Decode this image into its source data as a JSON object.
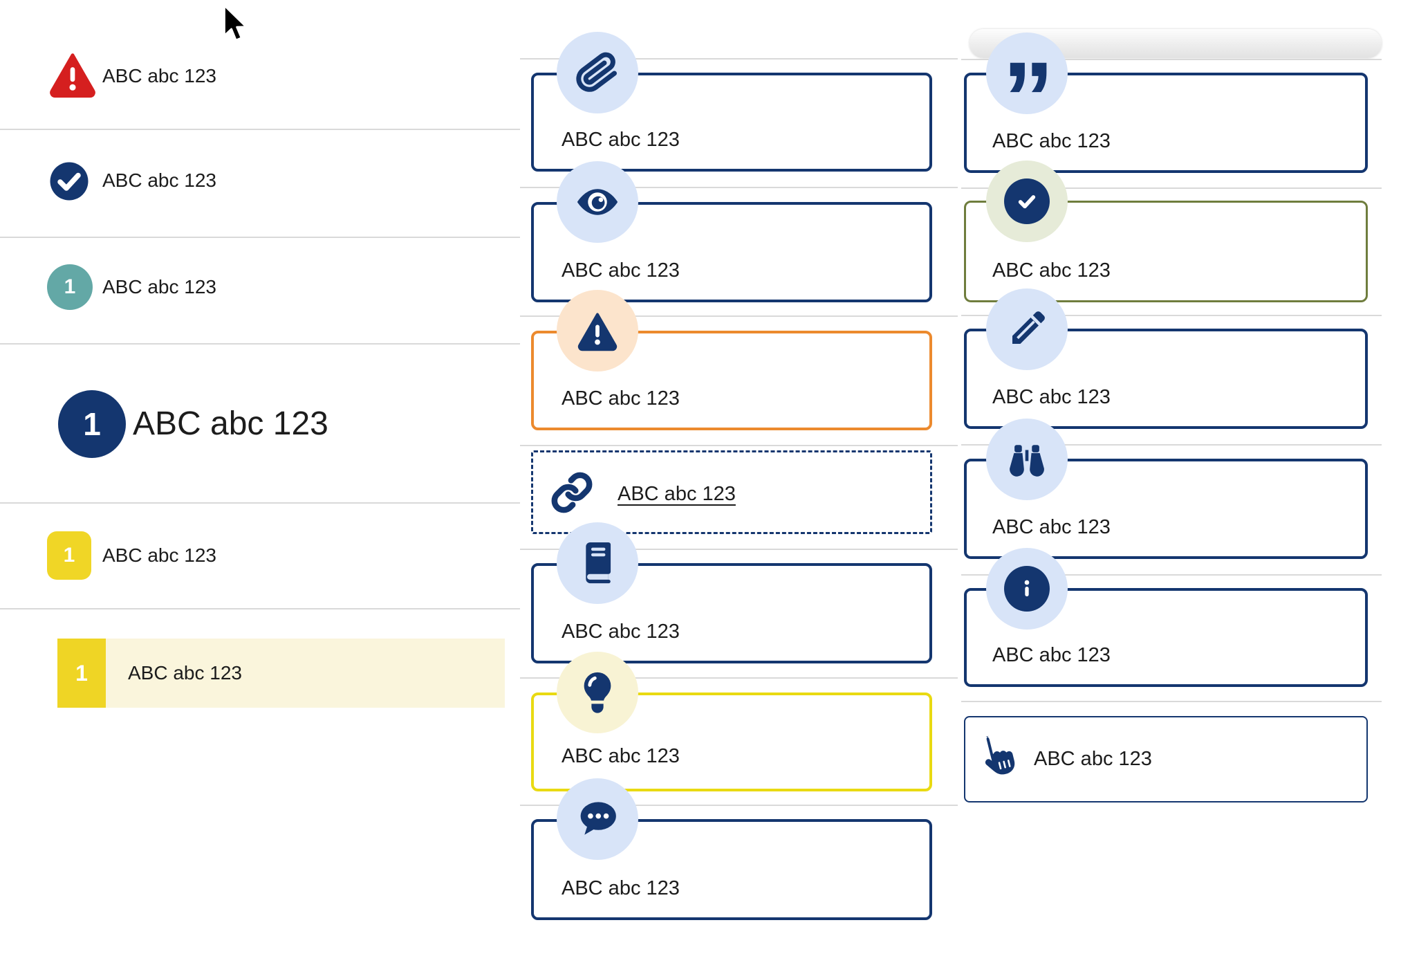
{
  "shared_label": "ABC abc 123",
  "colors": {
    "navy": "#14366F",
    "orange": "#EC8A2E",
    "yellow": "#E9DA12",
    "olive_green": "#6F7D3D",
    "red": "#D51F1F",
    "teal": "#63A8A6",
    "gold": "#F0D626",
    "highlight_row_bg": "#FAF5DC",
    "badge_blue_bg": "#D8E4F8",
    "badge_peach_bg": "#FCE4CC",
    "badge_pale_yellow_bg": "#F8F3D4",
    "badge_pale_green_bg": "#E6EBD8",
    "separator": "#d9d9d9",
    "text": "#1c1c1c"
  },
  "left_list": {
    "items": [
      {
        "icon": "alert-triangle-icon",
        "label": "ABC abc 123"
      },
      {
        "icon": "check-circle-icon",
        "label": "ABC abc 123"
      },
      {
        "icon": "number-badge-teal",
        "badge": "1",
        "label": "ABC abc 123"
      },
      {
        "icon": "number-badge-large",
        "badge": "1",
        "label": "ABC abc 123"
      },
      {
        "icon": "number-badge-yellow",
        "badge": "1",
        "label": "ABC abc 123"
      },
      {
        "icon": "number-badge-highlight",
        "badge": "1",
        "label": "ABC abc 123"
      }
    ]
  },
  "middle_list": {
    "items": [
      {
        "icon": "paperclip-icon",
        "variant": "navy",
        "label": "ABC abc 123"
      },
      {
        "icon": "eye-icon",
        "variant": "navy",
        "label": "ABC abc 123"
      },
      {
        "icon": "warning-icon",
        "variant": "orange",
        "label": "ABC abc 123"
      },
      {
        "icon": "link-icon",
        "variant": "dashed-link",
        "label": "ABC abc 123"
      },
      {
        "icon": "book-icon",
        "variant": "navy",
        "label": "ABC abc 123"
      },
      {
        "icon": "lightbulb-icon",
        "variant": "yellow",
        "label": "ABC abc 123"
      },
      {
        "icon": "chat-icon",
        "variant": "navy",
        "label": "ABC abc 123"
      }
    ]
  },
  "right_list": {
    "items": [
      {
        "icon": "quote-icon",
        "variant": "navy",
        "label": "ABC abc 123",
        "quote_glyph": "”"
      },
      {
        "icon": "check-circle-icon",
        "variant": "green",
        "label": "ABC abc 123"
      },
      {
        "icon": "pencil-icon",
        "variant": "navy",
        "label": "ABC abc 123"
      },
      {
        "icon": "binoculars-icon",
        "variant": "navy",
        "label": "ABC abc 123"
      },
      {
        "icon": "info-icon",
        "variant": "navy",
        "label": "ABC abc 123",
        "info_glyph": "i"
      },
      {
        "icon": "hand-pointer-icon",
        "variant": "thin",
        "label": "ABC abc 123"
      }
    ]
  }
}
